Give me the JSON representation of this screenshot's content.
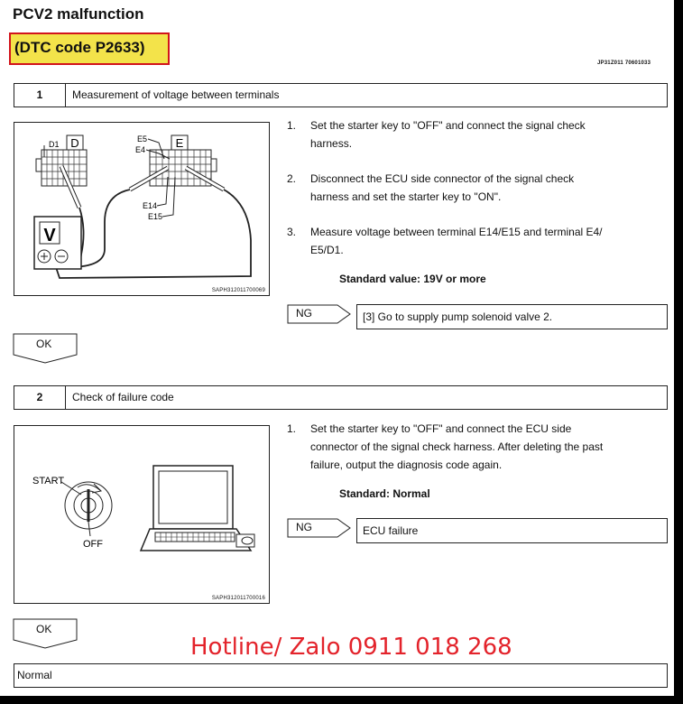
{
  "title": "PCV2 malfunction",
  "dtc_label": "(DTC code P2633)",
  "doc_code": "JP31Z011 70601033",
  "section1": {
    "number": "1",
    "heading": "Measurement of voltage between terminals",
    "figure_code": "SAPH312011700069",
    "figure_labels": {
      "d1": "D1",
      "d": "D",
      "e5": "E5",
      "e4": "E4",
      "e": "E",
      "e14": "E14",
      "e15": "E15",
      "meter": "V"
    },
    "steps": [
      {
        "num": "1.",
        "line1": "Set the starter key to \"OFF\" and connect the signal check",
        "line2": "harness."
      },
      {
        "num": "2.",
        "line1": "Disconnect the ECU side connector of the signal check",
        "line2": "harness and set the starter key to \"ON\"."
      },
      {
        "num": "3.",
        "line1": "Measure voltage between terminal E14/E15 and terminal E4/",
        "line2": "E5/D1."
      }
    ],
    "standard": "Standard value: 19V or more",
    "ng_label": "NG",
    "ng_result": "[3] Go to supply pump solenoid valve 2.",
    "ok_label": "OK"
  },
  "section2": {
    "number": "2",
    "heading": "Check of failure code",
    "figure_code": "SAPH312011700016",
    "figure_labels": {
      "start": "START",
      "off": "OFF"
    },
    "step": {
      "num": "1.",
      "line1": "Set the starter key to \"OFF\" and connect the ECU side",
      "line2": "connector of the signal check harness. After deleting the past",
      "line3": "failure, output the diagnosis code again."
    },
    "standard": "Standard: Normal",
    "ng_label": "NG",
    "ng_result": "ECU failure",
    "ok_label": "OK"
  },
  "watermark": "Hotline/ Zalo 0911 018 268",
  "final_result": "Normal"
}
